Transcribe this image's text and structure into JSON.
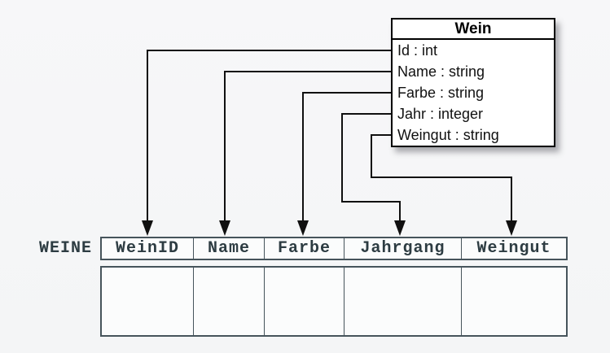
{
  "diagram": {
    "description": "Object-relational mapping of UML class Wein to database table WEINE",
    "class_box": {
      "title": "Wein",
      "attributes": [
        "Id : int",
        "Name : string",
        "Farbe : string",
        "Jahr : integer",
        "Weingut : string"
      ]
    },
    "table": {
      "label": "WEINE",
      "columns": [
        "WeinID",
        "Name",
        "Farbe",
        "Jahrgang",
        "Weingut"
      ],
      "body_rows": [
        [
          "",
          "",
          "",
          "",
          ""
        ]
      ]
    },
    "mappings": [
      {
        "source": "Id",
        "target": "WeinID"
      },
      {
        "source": "Name",
        "target": "Name"
      },
      {
        "source": "Farbe",
        "target": "Farbe"
      },
      {
        "source": "Jahr",
        "target": "Jahrgang"
      },
      {
        "source": "Weingut",
        "target": "Weingut"
      }
    ],
    "colors": {
      "background": "#f5f6f7",
      "class_border": "#000000",
      "class_fill": "#ffffff",
      "connector": "#101010",
      "table_border": "#46545b",
      "table_text": "#2d3c42",
      "cell_fill": "#fbfcfc"
    }
  }
}
